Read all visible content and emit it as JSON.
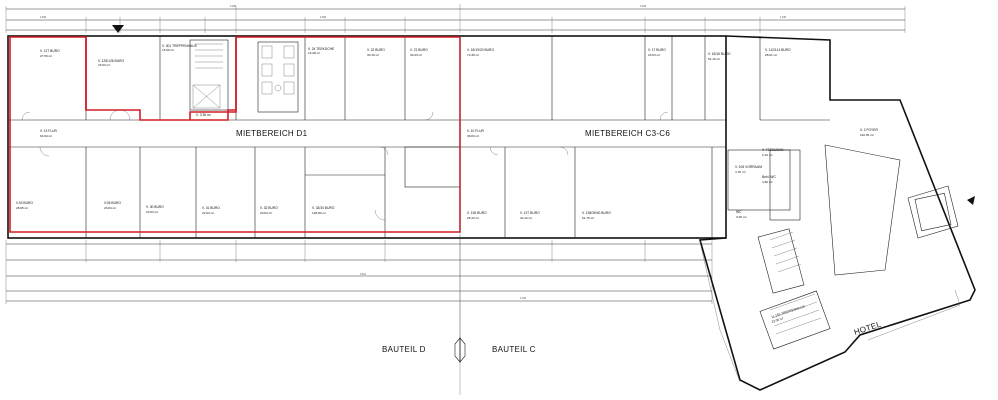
{
  "zones": {
    "d1": "MIETBEREICH D1",
    "c": "MIETBEREICH C3-C6"
  },
  "parts": {
    "d": "BAUTEIL D",
    "c": "BAUTEIL C",
    "hotel": "HOTEL"
  },
  "rooms_top": [
    {
      "name": "V. 127 BURO",
      "area": "27.59 m²"
    },
    {
      "name": "V. 125/126 BURO",
      "area": "23.63 m²"
    },
    {
      "name": "V. 301 TREPPENHAUS",
      "area": "15.20 m²"
    },
    {
      "name": "V. 24 TEEKÜCHE",
      "area": "14.48 m²"
    },
    {
      "name": "V. 22 BURO",
      "area": "30.16 m²"
    },
    {
      "name": "V. 21 BURO",
      "area": "30.43 m²"
    },
    {
      "name": "V. 18/19/20 BURO",
      "area": "72.38 m²"
    },
    {
      "name": "V. 17 BURO",
      "area": "23.63 m²"
    },
    {
      "name": "V. 15/16 BURO",
      "area": "51.16 m²"
    },
    {
      "name": "V. 112/114 BURO",
      "area": "28.01 m²"
    }
  ],
  "rooms_mid": [
    {
      "name": "V. 13 FLUR",
      "area": "64.94 m²"
    },
    {
      "name": "V. 3  36 m²",
      "area": ""
    },
    {
      "name": "V. 10 FLUR",
      "area": "36.84 m²"
    },
    {
      "name": "V. 2 FOYER",
      "area": "110.35 m²"
    },
    {
      "name": "V. TEEKÜCHE",
      "area": "2.10 m²"
    }
  ],
  "rooms_bottom": [
    {
      "name": "V.03 BURO",
      "area": "28.95 m²"
    },
    {
      "name": "V.05 BURO",
      "area": "23.84 m²"
    },
    {
      "name": "V. 30 BURO",
      "area": "23.03 m²"
    },
    {
      "name": "V. 31 BURO",
      "area": "22.03 m²"
    },
    {
      "name": "V. 32 BURO",
      "area": "20.84 m²"
    },
    {
      "name": "V. 33/34 BURO",
      "area": "128.80 m²"
    },
    {
      "name": "V. 136 BURO",
      "area": "26.43 m²"
    },
    {
      "name": "V. 137 BURO",
      "area": "32.12 m²"
    },
    {
      "name": "V. 138/39/40 BURO",
      "area": "61.79 m²"
    },
    {
      "name": "V. 106 VORRAUM",
      "area": "4.78 m²"
    },
    {
      "name": "Behi. WC",
      "area": "4.60 m²"
    },
    {
      "name": "WC",
      "area": "3.00 m²"
    },
    {
      "name": "V. 153 TREPPENHAUS",
      "area": "23.00 m²"
    }
  ],
  "colors": {
    "rental_outline": "#d21f26",
    "walls": "#111111"
  }
}
